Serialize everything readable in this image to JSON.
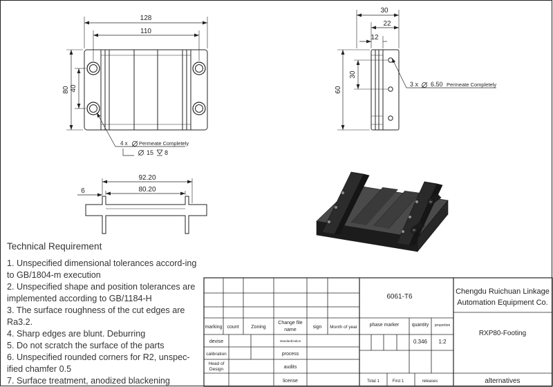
{
  "dims": {
    "front_width_outer": "128",
    "front_width_inner": "110",
    "front_height": "80",
    "front_hole_pitch": "40",
    "front_hole_note_prefix": "4 x",
    "front_hole_note_text": "Permeate Completely",
    "front_cbore_note": "15",
    "front_cbore_depth": "8",
    "side_width_outer": "30",
    "side_width_mid": "22",
    "side_width_inner": "12",
    "side_height": "60",
    "side_hole_pitch": "30",
    "side_hole_note_prefix": "3 x",
    "side_hole_note_dia": "6.50",
    "side_hole_note_text": "Permeate Completely",
    "bottom_thickness": "6",
    "bottom_width_outer": "92.20",
    "bottom_width_inner": "80.20"
  },
  "requirements": {
    "title": "Technical Requirement",
    "items": [
      "1. Unspecified dimensional tolerances accord-ing to GB/1804-m execution",
      "2. Unspecified shape and position tolerances are implemented according to GB/1184-H",
      "3. The surface roughness of the cut edges are Ra3.2.",
      "4. Sharp edges are blunt. Deburring",
      "5. Do not scratch the surface of the parts",
      "6. Unspecified rounded corners for R2, unspec-ified chamfer 0.5",
      "7. Surface treatment, anodized blackening"
    ]
  },
  "title_block": {
    "material": "6061-T6",
    "company_line1": "Chengdu Ruichuan Linkage",
    "company_line2": "Automation Equipment Co.",
    "marking": "marking",
    "count": "count",
    "zoning": "Zoning",
    "change_file_line1": "Change file",
    "change_file_line2": "name",
    "sign": "sign",
    "month_of_year": "Month of year",
    "phase_marker": "phase marker",
    "quantity": "quantity",
    "proportion": "proportion",
    "part_name": "RXP80-Footing",
    "devise": "devise",
    "standardization": "standardization",
    "calibration": "calibration",
    "process": "process",
    "head_of_design_line1": "Head of",
    "head_of_design_line2": "Design",
    "audits": "audits",
    "license": "license",
    "weight": "0.346",
    "scale": "1:2",
    "total": "Total 1",
    "first": "First 1",
    "releases": "releases",
    "alternatives": "alternatives"
  }
}
